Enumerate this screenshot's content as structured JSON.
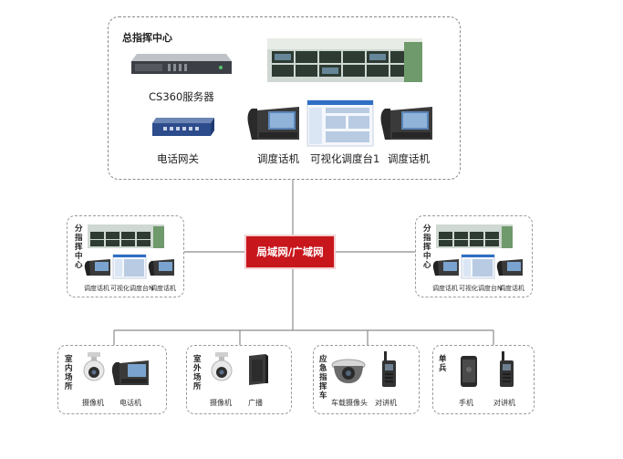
{
  "hq": {
    "title": "总指挥中心",
    "server_label": "CS360服务器",
    "gateway_label": "电话网关",
    "phone_left_label": "调度话机",
    "console_label": "可视化调度台1",
    "phone_right_label": "调度话机"
  },
  "network": {
    "label": "局域网/广域网"
  },
  "branch_left": {
    "title": "分指挥中心",
    "labels": [
      "调度话机",
      "可视化调度台N",
      "调度话机"
    ]
  },
  "branch_right": {
    "title": "分指挥中心",
    "labels": [
      "调度话机",
      "可视化调度台N",
      "调度话机"
    ]
  },
  "sites": [
    {
      "title": "室内场所",
      "labels": [
        "摄像机",
        "电话机"
      ]
    },
    {
      "title": "室外场所",
      "labels": [
        "摄像机",
        "广播"
      ]
    },
    {
      "title": "应急指挥车",
      "labels": [
        "车载摄像头",
        "对讲机"
      ]
    },
    {
      "title": "单兵",
      "labels": [
        "手机",
        "对讲机"
      ]
    }
  ],
  "colors": {
    "core_red": "#c8161d",
    "border_gray": "#8a8a8a",
    "line_gray": "#8c8c8c"
  }
}
